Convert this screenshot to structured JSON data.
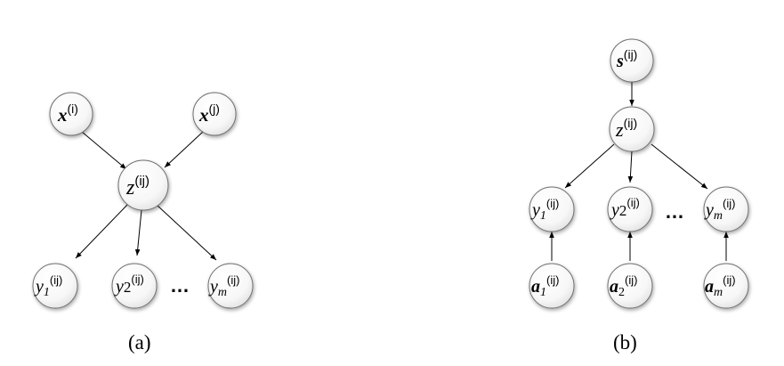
{
  "panel_a": {
    "caption": "(a)",
    "nodes": {
      "xi": {
        "main": "x",
        "sub": "",
        "sup": "(i)"
      },
      "xj": {
        "main": "x",
        "sub": "",
        "sup": "(j)"
      },
      "z": {
        "main": "z",
        "sub": "",
        "sup": "(ij)"
      },
      "y1": {
        "main": "y",
        "sub": "1",
        "sup": "(ij)"
      },
      "y2": {
        "main": "y",
        "sub": "2",
        "sup": "(ij)"
      },
      "ym": {
        "main": "y",
        "sub": "m",
        "sup": "(ij)"
      }
    },
    "ellipsis": "…"
  },
  "panel_b": {
    "caption": "(b)",
    "nodes": {
      "s": {
        "main": "s",
        "sub": "",
        "sup": "(ij)"
      },
      "z": {
        "main": "z",
        "sub": "",
        "sup": "(ij)"
      },
      "y1": {
        "main": "y",
        "sub": "1",
        "sup": "(ij)"
      },
      "y2": {
        "main": "y",
        "sub": "2",
        "sup": "(ij)"
      },
      "ym": {
        "main": "y",
        "sub": "m",
        "sup": "(ij)"
      },
      "a1": {
        "main": "a",
        "sub": "1",
        "sup": "(ij)"
      },
      "a2": {
        "main": "a",
        "sub": "2",
        "sup": "(ij)"
      },
      "am": {
        "main": "a",
        "sub": "m",
        "sup": "(ij)"
      }
    },
    "ellipsis": "…"
  }
}
